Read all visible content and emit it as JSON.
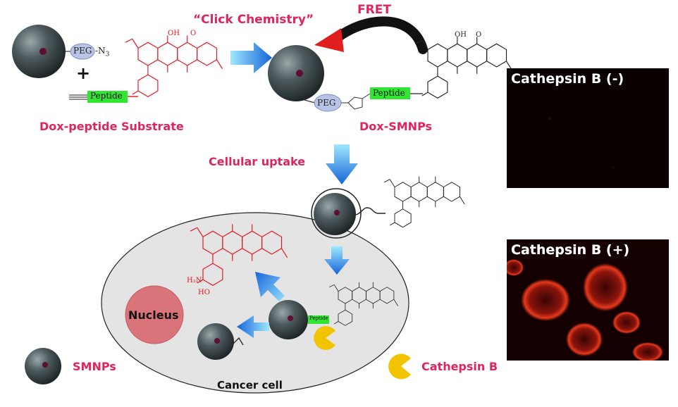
{
  "labels": {
    "click_chemistry": "“Click Chemistry”",
    "fret": "FRET",
    "dox_peptide_substrate": "Dox-peptide Substrate",
    "dox_smnps": "Dox-SMNPs",
    "cellular_uptake": "Cellular uptake",
    "nucleus": "Nucleus",
    "cancer_cell": "Cancer cell",
    "smnps": "SMNPs",
    "cathepsin_b": "Cathepsin B",
    "peg": "PEG",
    "peg_n3": "PEG",
    "n3": "-N",
    "n3_sub": "3",
    "peptide": "Peptide",
    "peptide_small": "Peptide",
    "plus": "+",
    "oh": "OH",
    "o": "O",
    "ho": "HO",
    "h2n": "H₂N",
    "nh": "N"
  },
  "panels": {
    "negative_title": "Cathepsin B (-)",
    "positive_title": "Cathepsin B (+)"
  },
  "colors": {
    "accent_red": "#e0245e",
    "dox_red": "#e8141c",
    "peptide_green": "#33e533",
    "peg_blue": "#b9c3e6",
    "cell_gray": "#e4e4e4",
    "nucleus": "#d9757a",
    "pacman_yellow": "#f2c400",
    "arrow_blue": "#1e88e5",
    "fret_red": "#e01e1e"
  }
}
